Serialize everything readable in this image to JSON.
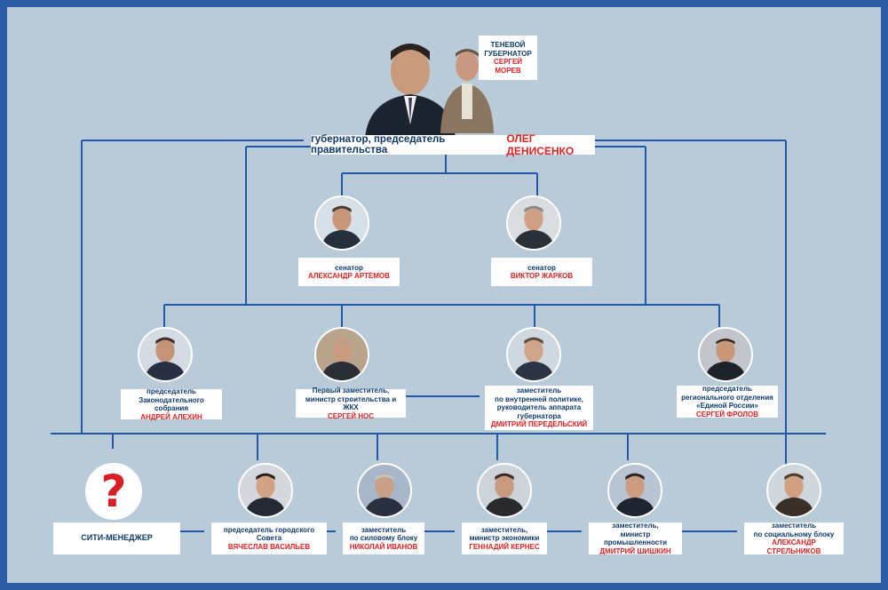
{
  "governor": {
    "title": "губернатор, председатель правительства",
    "name": "ОЛЕГ ДЕНИСЕНКО"
  },
  "shadow_governor": {
    "line1": "ТЕНЕВОЙ",
    "line2": "ГУБЕРНАТОР",
    "name_line1": "СЕРГЕЙ",
    "name_line2": "МОРЕВ"
  },
  "senators": [
    {
      "title": "сенатор",
      "name": "АЛЕКСАНДР АРТЕМОВ"
    },
    {
      "title": "сенатор",
      "name": "ВИКТОР ЖАРКОВ"
    }
  ],
  "row2": [
    {
      "title_lines": [
        "председатель",
        "Законодательного собрания"
      ],
      "name": "АНДРЕЙ АЛЕХИН"
    },
    {
      "title_lines": [
        "Первый заместитель,",
        "министр строительства и ЖКХ"
      ],
      "name": "СЕРГЕЙ НОС"
    },
    {
      "title_lines": [
        "заместитель",
        "по внутренней политике,",
        "руководитель аппарата",
        "губернатора"
      ],
      "name": "ДМИТРИЙ ПЕРЕДЕЛЬСКИЙ"
    },
    {
      "title_lines": [
        "председатель",
        "регионального отделения",
        "«Единой России»"
      ],
      "name": "СЕРГЕЙ ФРОЛОВ"
    }
  ],
  "row3": [
    {
      "title_lines": [
        "СИТИ-МЕНЕДЖЕР"
      ],
      "name": ""
    },
    {
      "title_lines": [
        "председатель городского",
        "Совета"
      ],
      "name": "ВЯЧЕСЛАВ ВАСИЛЬЕВ"
    },
    {
      "title_lines": [
        "заместитель",
        "по силовому блоку"
      ],
      "name": "НИКОЛАЙ ИВАНОВ"
    },
    {
      "title_lines": [
        "заместитель,",
        "министр экономики"
      ],
      "name": "ГЕННАДИЙ КЕРНЕС"
    },
    {
      "title_lines": [
        "заместитель,",
        "министр промышленности"
      ],
      "name": "ДМИТРИЙ ШИШКИН"
    },
    {
      "title_lines": [
        "заместитель",
        "по социальному блоку"
      ],
      "name": "АЛЕКСАНДР СТРЕЛЬНИКОВ"
    }
  ],
  "city_manager_mark": "?",
  "colors": {
    "background": "#b9cad9",
    "frame": "#2a5aa0",
    "line": "#1f5aa8",
    "name": "#e02020",
    "title": "#0e3a6e"
  }
}
